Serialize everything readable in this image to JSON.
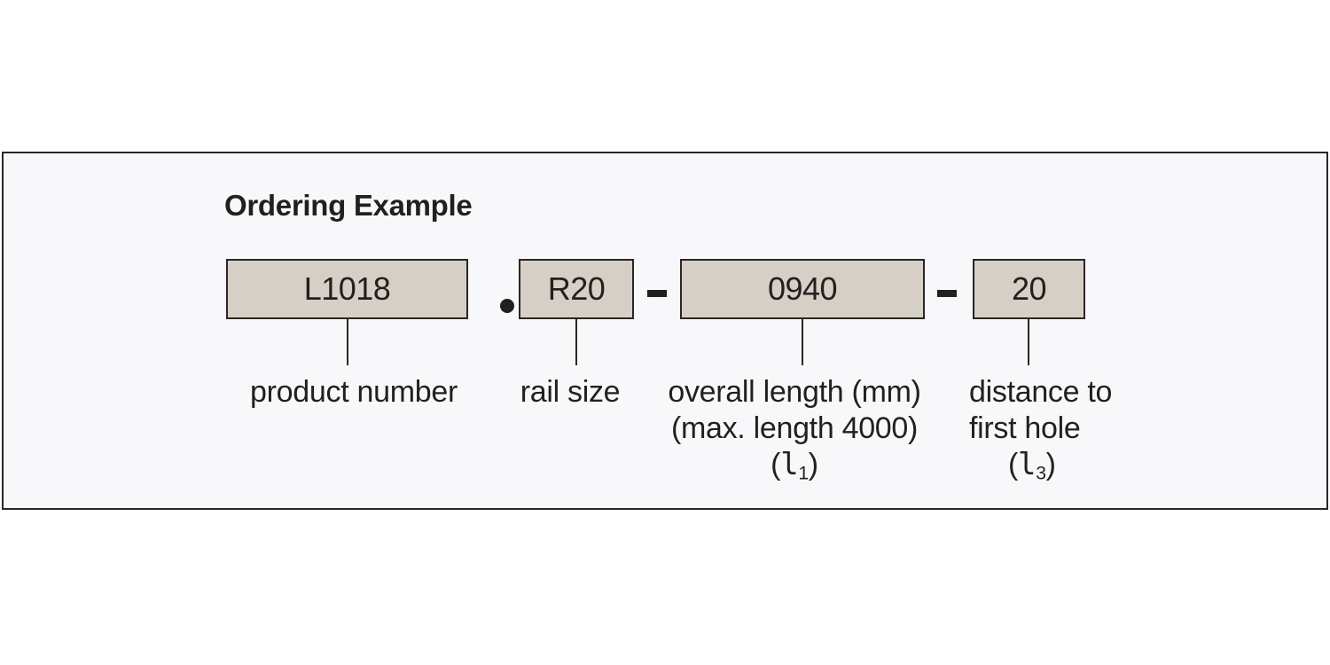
{
  "panel": {
    "title": "Ordering Example"
  },
  "order_code": {
    "segments": [
      {
        "value": "L1018",
        "label_lines": [
          "product number"
        ]
      },
      {
        "value": "R20",
        "label_lines": [
          "rail size"
        ]
      },
      {
        "value": "0940",
        "label_lines": [
          "overall length (mm)",
          "(max. length 4000)"
        ],
        "symbol": {
          "open": "(",
          "letter": "l",
          "subscript": "1",
          "close": ")"
        }
      },
      {
        "value": "20",
        "label_lines": [
          "distance to",
          "first hole"
        ],
        "symbol": {
          "open": "(",
          "letter": "l",
          "subscript": "3",
          "close": ")"
        }
      }
    ],
    "separators": [
      {
        "type": "dot",
        "glyph": "."
      },
      {
        "type": "dash",
        "glyph": "-"
      },
      {
        "type": "dash",
        "glyph": "-"
      }
    ]
  },
  "colors": {
    "box_fill": "#d6cfc5",
    "box_border": "#2a2627",
    "panel_bg": "#f8f8fa",
    "panel_border": "#2a2627",
    "text": "#231f20"
  }
}
